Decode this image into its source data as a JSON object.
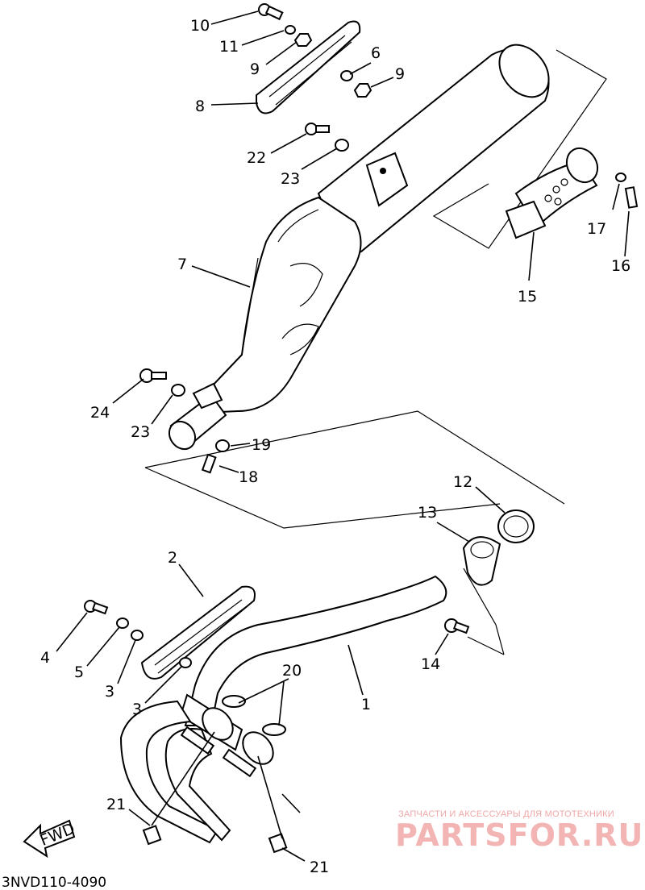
{
  "diagram": {
    "code": "3NVD110-4090",
    "fwd_label": "FWD",
    "callouts": [
      {
        "id": "c10a",
        "text": "10"
      },
      {
        "id": "c11",
        "text": "11"
      },
      {
        "id": "c9a",
        "text": "9"
      },
      {
        "id": "c6",
        "text": "6"
      },
      {
        "id": "c9b",
        "text": "9"
      },
      {
        "id": "c8",
        "text": "8"
      },
      {
        "id": "c22",
        "text": "22"
      },
      {
        "id": "c23a",
        "text": "23"
      },
      {
        "id": "c7",
        "text": "7"
      },
      {
        "id": "c17",
        "text": "17"
      },
      {
        "id": "c16",
        "text": "16"
      },
      {
        "id": "c15",
        "text": "15"
      },
      {
        "id": "c24",
        "text": "24"
      },
      {
        "id": "c23b",
        "text": "23"
      },
      {
        "id": "c19",
        "text": "19"
      },
      {
        "id": "c18",
        "text": "18"
      },
      {
        "id": "c12",
        "text": "12"
      },
      {
        "id": "c13",
        "text": "13"
      },
      {
        "id": "c2",
        "text": "2"
      },
      {
        "id": "c4",
        "text": "4"
      },
      {
        "id": "c5",
        "text": "5"
      },
      {
        "id": "c3a",
        "text": "3"
      },
      {
        "id": "c3b",
        "text": "3"
      },
      {
        "id": "c14",
        "text": "14"
      },
      {
        "id": "c1",
        "text": "1"
      },
      {
        "id": "c20",
        "text": "20"
      },
      {
        "id": "c21a",
        "text": "21"
      },
      {
        "id": "c21b",
        "text": "21"
      }
    ]
  },
  "watermark": {
    "tagline": "ЗАПЧАСТИ И АКСЕССУАРЫ ДЛЯ МОТОТЕХНИКИ",
    "brand": "PARTSFOR.RU"
  }
}
